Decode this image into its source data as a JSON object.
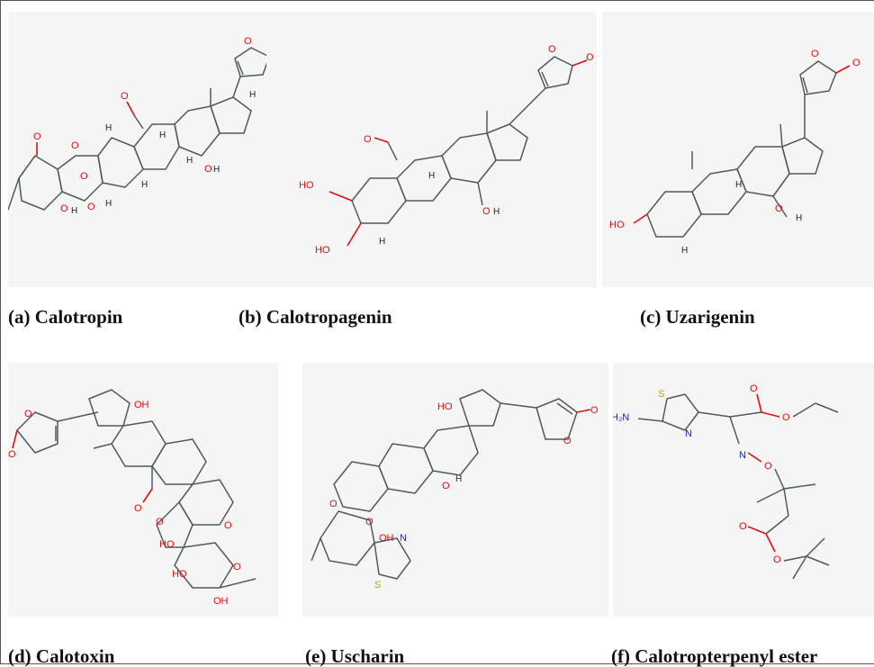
{
  "panels": [
    {
      "id": "a",
      "caption": "(a) Calotropin"
    },
    {
      "id": "b",
      "caption": "(b) Calotropagenin"
    },
    {
      "id": "c",
      "caption": "(c) Uzarigenin"
    },
    {
      "id": "d",
      "caption": "(d) Calotoxin"
    },
    {
      "id": "e",
      "caption": "(e) Uscharin"
    },
    {
      "id": "f",
      "caption": "(f) Calotropterpenyl ester"
    }
  ],
  "atoms": {
    "O": "O",
    "H": "H",
    "N": "N",
    "S": "S",
    "HO": "HO",
    "OH": "OH",
    "HN": "H₂N"
  }
}
